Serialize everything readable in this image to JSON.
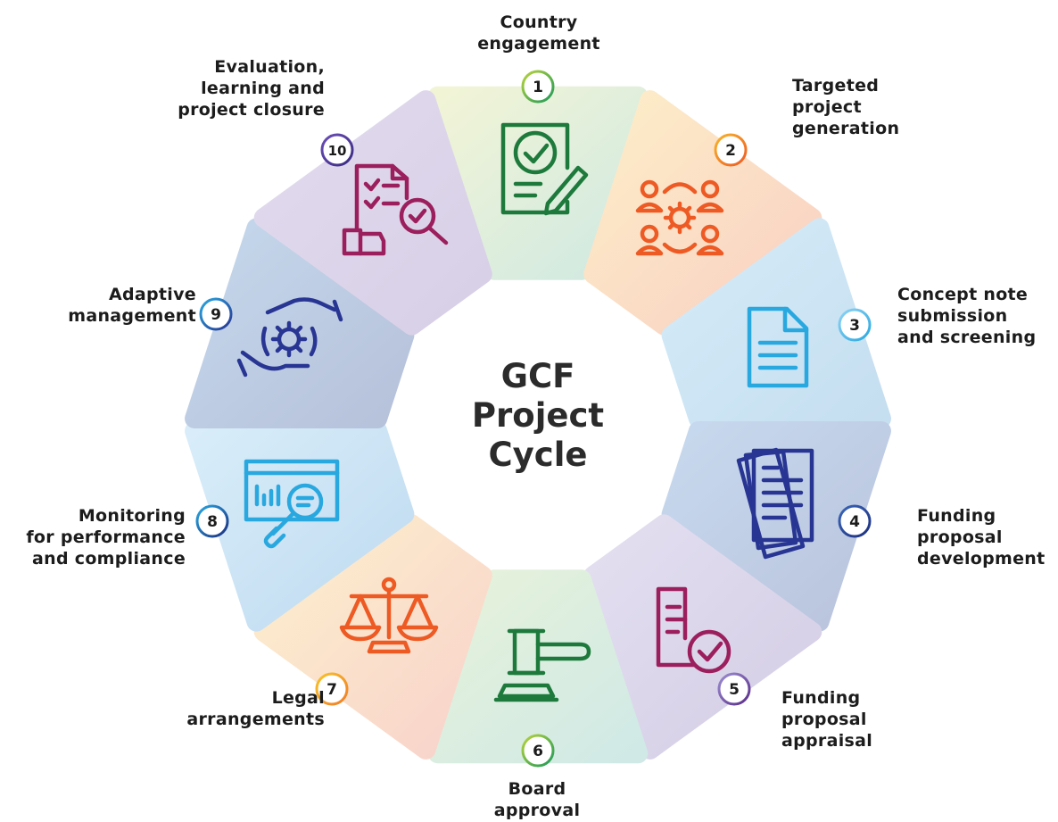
{
  "diagram": {
    "title_lines": [
      "GCF",
      "Project",
      "Cycle"
    ],
    "steps": [
      {
        "number": "1",
        "label": "Country\nengagement",
        "icon": "signed-document-icon",
        "color": "#1e7a3c"
      },
      {
        "number": "2",
        "label": "Targeted\nproject\ngeneration",
        "icon": "team-network-gear-icon",
        "color": "#ee5a24"
      },
      {
        "number": "3",
        "label": "Concept note\nsubmission\nand screening",
        "icon": "document-icon",
        "color": "#29a8e0"
      },
      {
        "number": "4",
        "label": "Funding\nproposal\ndevelopment",
        "icon": "document-stack-icon",
        "color": "#283593"
      },
      {
        "number": "5",
        "label": "Funding\nproposal\nappraisal",
        "icon": "approved-document-icon",
        "color": "#9c1f5d"
      },
      {
        "number": "6",
        "label": "Board\napproval",
        "icon": "gavel-icon",
        "color": "#1e7a3c"
      },
      {
        "number": "7",
        "label": "Legal\narrangements",
        "icon": "scales-icon",
        "color": "#ee5a24"
      },
      {
        "number": "8",
        "label": "Monitoring\nfor performance\nand compliance",
        "icon": "dashboard-magnifier-icon",
        "color": "#29a8e0"
      },
      {
        "number": "9",
        "label": "Adaptive\nmanagement",
        "icon": "hands-gear-cycle-icon",
        "color": "#283593"
      },
      {
        "number": "10",
        "label": "Evaluation,\nlearning and\nproject closure",
        "icon": "checklist-review-icon",
        "color": "#9c1f5d"
      }
    ]
  }
}
